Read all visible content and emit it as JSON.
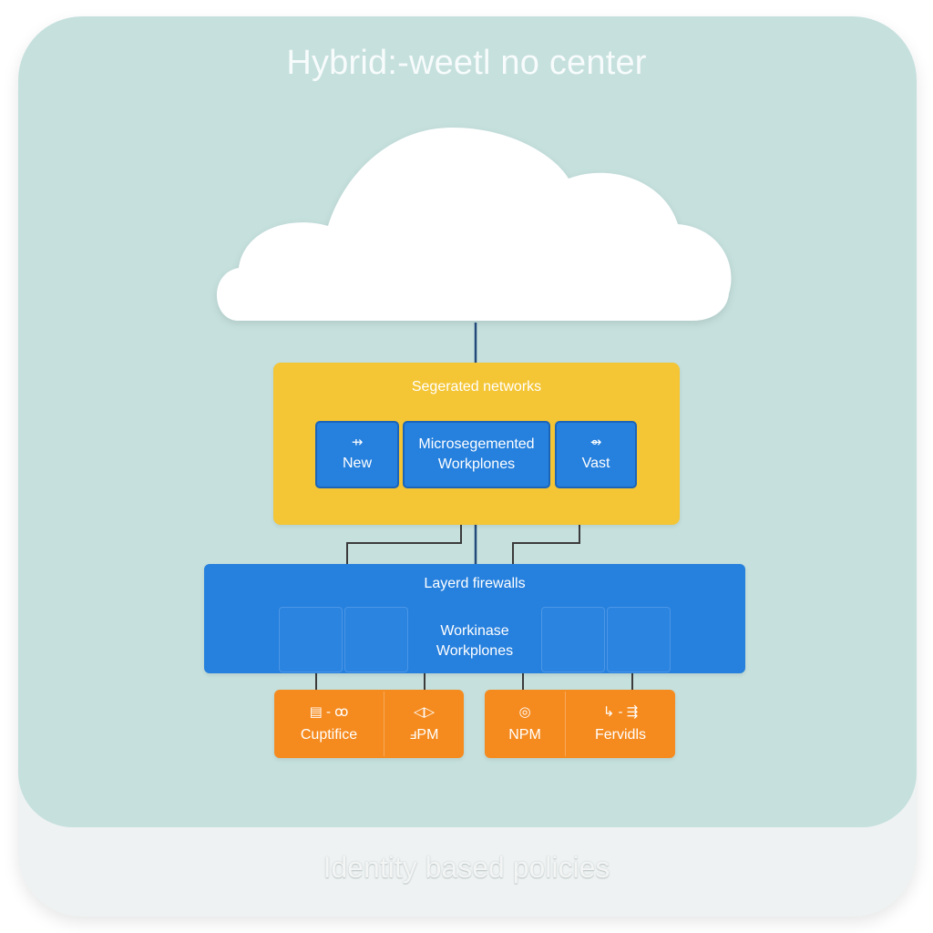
{
  "title": "Hybrid:-weetl no center",
  "footer": "Identity based policies",
  "segmented": {
    "label": "Segerated networks",
    "nodes": [
      {
        "icon": "⇸",
        "label": "New"
      },
      {
        "label": "Microsegemented Workplones"
      },
      {
        "icon": "⇴",
        "label": "Vast"
      }
    ]
  },
  "firewalls": {
    "label": "Layerd firewalls",
    "workload_label": "Workinase Workplones"
  },
  "services": [
    {
      "icon": "▤ - ꝏ",
      "label": "Cuptifice"
    },
    {
      "icon": "◁▷",
      "label": "ⅎPM"
    },
    {
      "icon": "◎",
      "label": "NPM"
    },
    {
      "icon": "↳ - ⇶",
      "label": "Fervidls"
    }
  ],
  "colors": {
    "panel": "#c5e0dd",
    "yellow": "#f4c534",
    "blue": "#2680dd",
    "orange": "#f58b1f",
    "connector": "#3b3b3b"
  }
}
